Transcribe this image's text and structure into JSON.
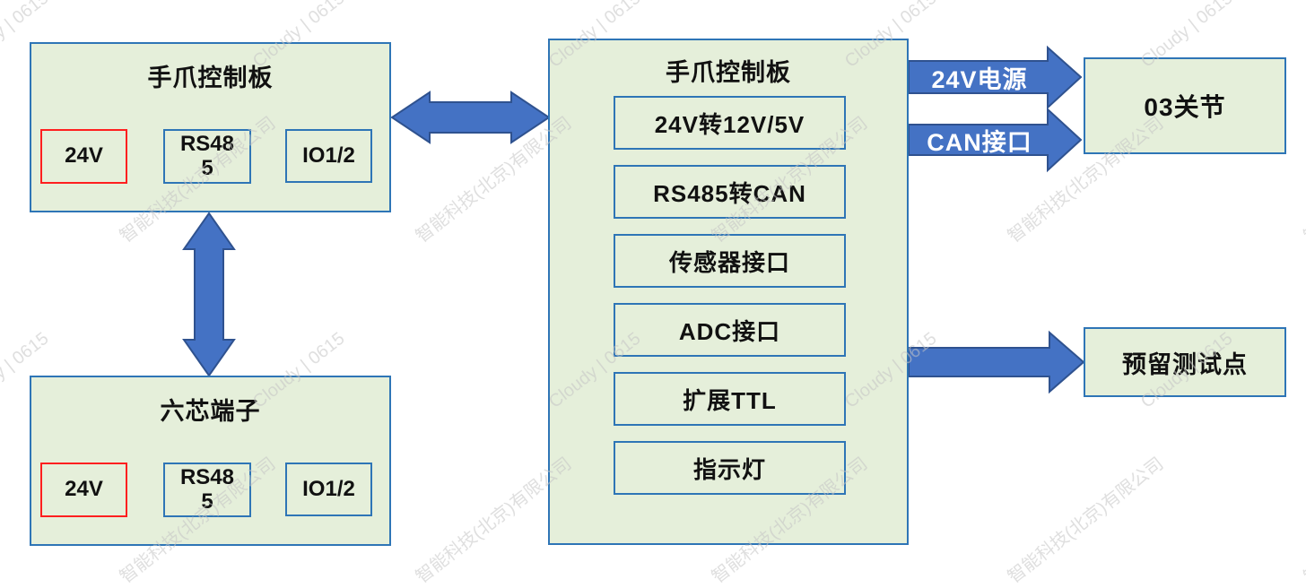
{
  "diagram": {
    "left_top_box": {
      "title": "手爪控制板",
      "ports": [
        {
          "label": "24V",
          "variant": "red"
        },
        {
          "label": "RS485",
          "variant": "blue"
        },
        {
          "label": "IO1/2",
          "variant": "blue"
        }
      ]
    },
    "left_bottom_box": {
      "title": "六芯端子",
      "ports": [
        {
          "label": "24V",
          "variant": "red"
        },
        {
          "label": "RS485",
          "variant": "blue"
        },
        {
          "label": "IO1/2",
          "variant": "blue"
        }
      ]
    },
    "center_box": {
      "title": "手爪控制板",
      "modules": [
        "24V转12V/5V",
        "RS485转CAN",
        "传感器接口",
        "ADC接口",
        "扩展TTL",
        "指示灯"
      ]
    },
    "joint_box": {
      "title": "03关节"
    },
    "test_point_box": {
      "title": "预留测试点"
    },
    "arrows": {
      "power_label": "24V电源",
      "can_label": "CAN接口"
    }
  },
  "watermarks": {
    "cloudy": "Cloudy | 0615",
    "company": "智能科技(北京)有限公司"
  },
  "colors": {
    "box_fill": "#e5efda",
    "box_border": "#2e75b6",
    "arrow_fill": "#4472c4",
    "arrow_border": "#2f528f",
    "port_red_border": "#ff1f1f",
    "label_on_arrow": "#ffffff"
  }
}
